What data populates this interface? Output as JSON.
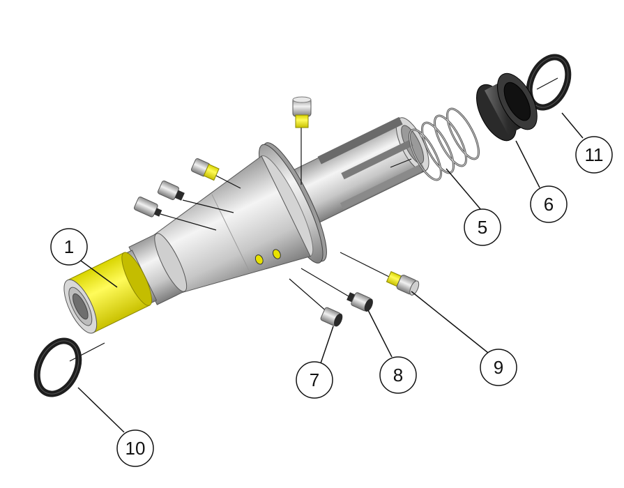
{
  "diagram": {
    "type": "exploded-assembly",
    "colors": {
      "highlight": "#f2ef1e",
      "metal_light": "#ececec",
      "metal_mid": "#bfbfbf",
      "metal_dark": "#8a8a8a",
      "rubber": "#2a2a2a",
      "line": "#111111"
    },
    "callouts": [
      {
        "label": "1"
      },
      {
        "label": "5"
      },
      {
        "label": "6"
      },
      {
        "label": "7"
      },
      {
        "label": "8"
      },
      {
        "label": "9"
      },
      {
        "label": "10"
      },
      {
        "label": "11"
      }
    ]
  }
}
